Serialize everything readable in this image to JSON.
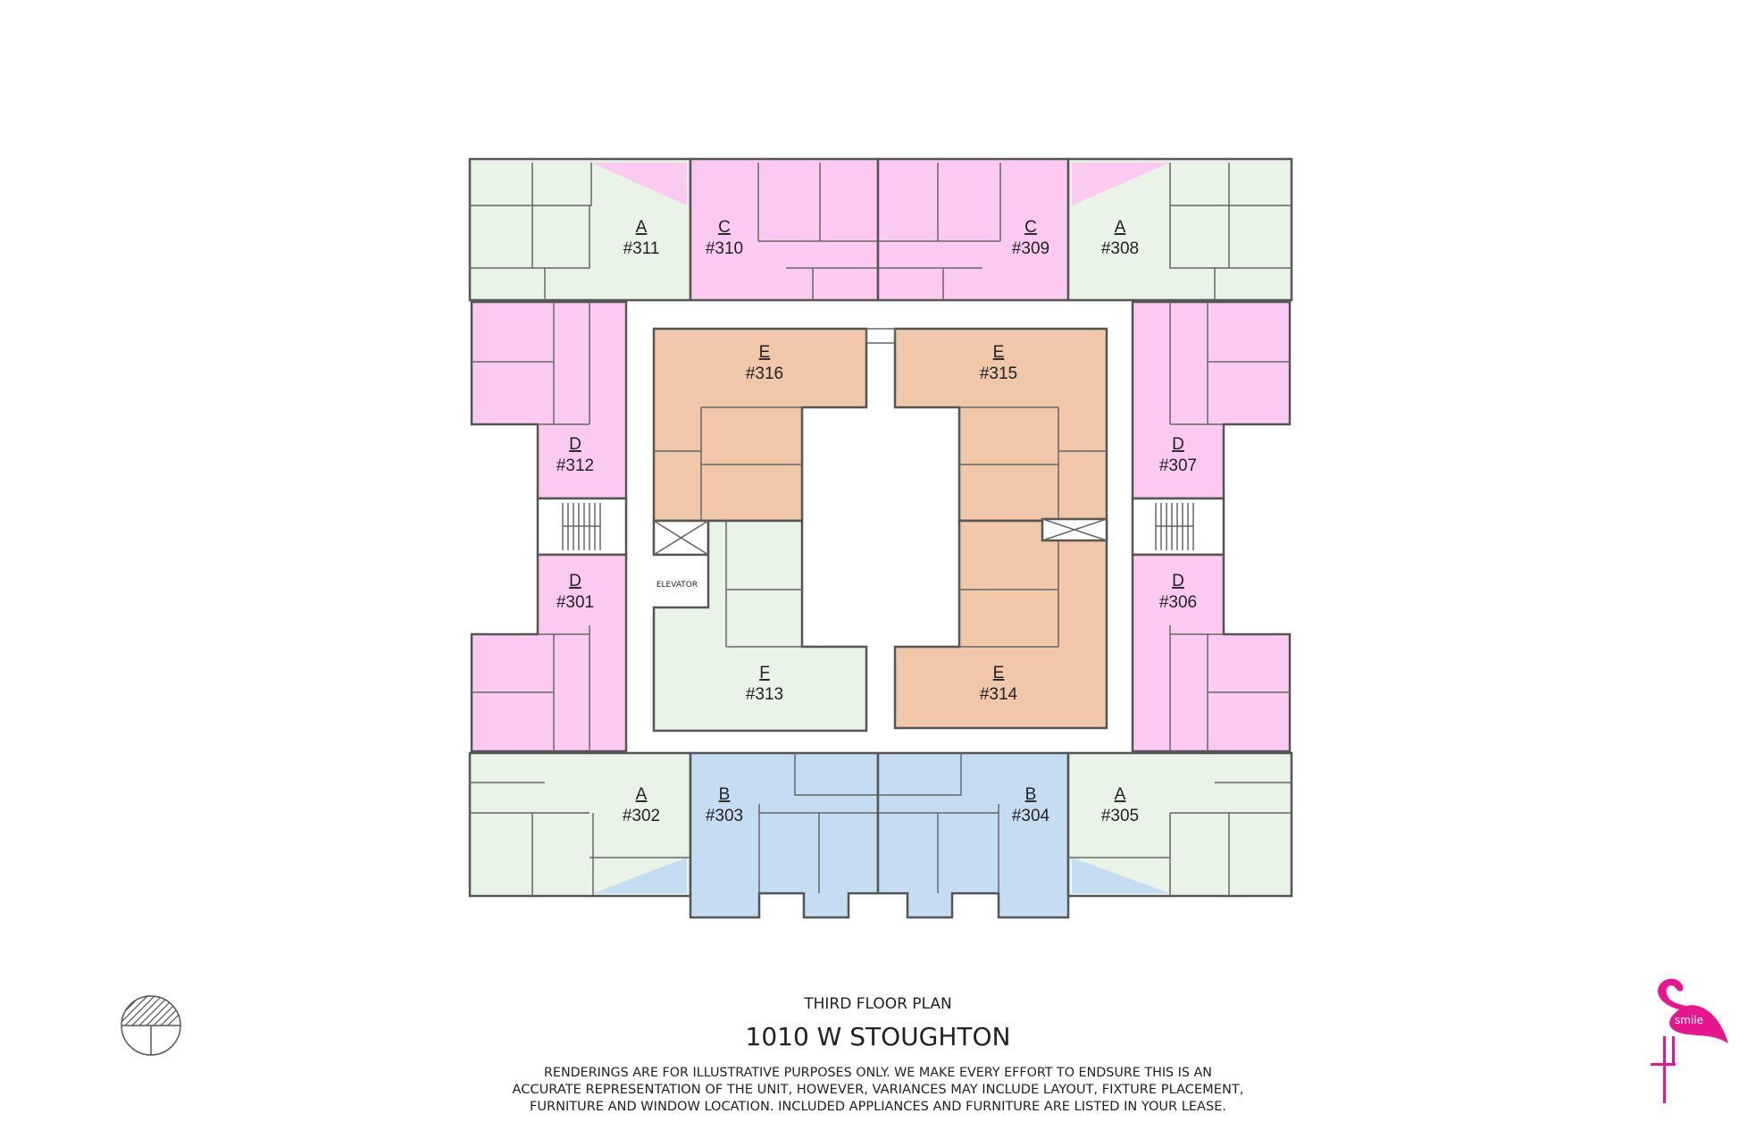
{
  "plan": {
    "subtitle": "THIRD FLOOR PLAN",
    "title": "1010 W STOUGHTON",
    "disclaimer": [
      "RENDERINGS ARE FOR ILLUSTRATIVE PURPOSES ONLY. WE MAKE EVERY EFFORT TO ENDSURE THIS IS AN",
      "ACCURATE REPRESENTATION OF THE UNIT, HOWEVER, VARIANCES MAY INCLUDE LAYOUT, FIXTURE PLACEMENT,",
      "FURNITURE AND WINDOW LOCATION. INCLUDED APPLIANCES AND FURNITURE ARE LISTED IN YOUR LEASE."
    ],
    "elevator_label": "ELEVATOR"
  },
  "colors": {
    "A": "#e9f3e7",
    "B": "#c6dcf2",
    "C": "#fccaf0",
    "D": "#fccaf0",
    "E": "#f0c7a8",
    "F": "#e9f3e7",
    "brand": "#e8168c"
  },
  "units": {
    "u311": {
      "type": "A",
      "number": "#311"
    },
    "u310": {
      "type": "C",
      "number": "#310"
    },
    "u309": {
      "type": "C",
      "number": "#309"
    },
    "u308": {
      "type": "A",
      "number": "#308"
    },
    "u312": {
      "type": "D",
      "number": "#312"
    },
    "u307": {
      "type": "D",
      "number": "#307"
    },
    "u301": {
      "type": "D",
      "number": "#301"
    },
    "u306": {
      "type": "D",
      "number": "#306"
    },
    "u316": {
      "type": "E",
      "number": "#316"
    },
    "u315": {
      "type": "E",
      "number": "#315"
    },
    "u313": {
      "type": "F",
      "number": "#313"
    },
    "u314": {
      "type": "E",
      "number": "#314"
    },
    "u302": {
      "type": "A",
      "number": "#302"
    },
    "u303": {
      "type": "B",
      "number": "#303"
    },
    "u304": {
      "type": "B",
      "number": "#304"
    },
    "u305": {
      "type": "A",
      "number": "#305"
    }
  },
  "logo": {
    "text": "smile"
  }
}
